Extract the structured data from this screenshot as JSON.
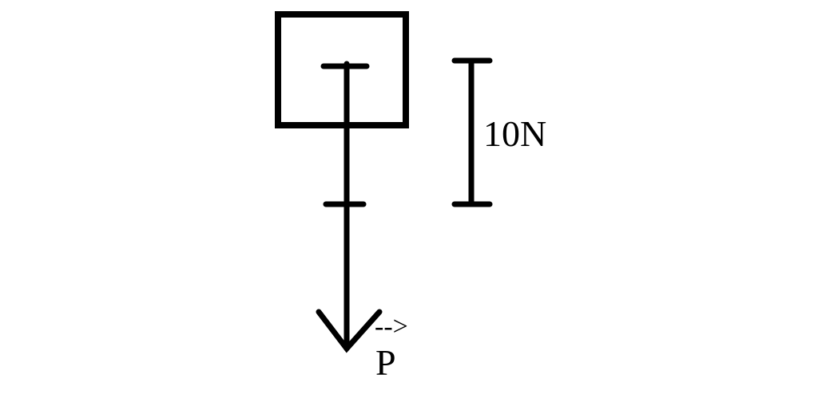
{
  "diagram": {
    "type": "free-body-diagram",
    "scale_label": "10N",
    "vector_arrow_mark": "-->",
    "force_label": "P",
    "colors": {
      "stroke": "#000000",
      "background": "#ffffff"
    }
  }
}
